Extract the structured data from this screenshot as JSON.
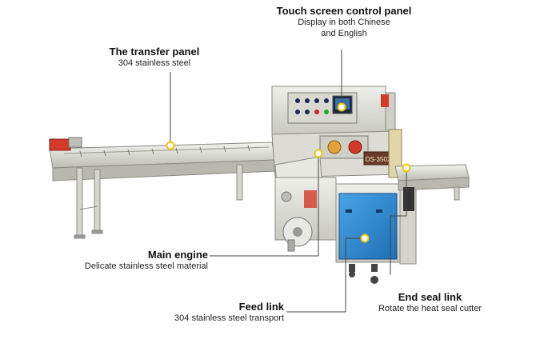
{
  "callouts": {
    "touch": {
      "title": "Touch screen control panel",
      "line1": "Display in both Chinese",
      "line2": "and English"
    },
    "transfer": {
      "title": "The transfer panel",
      "line1": "304 stainless steel"
    },
    "engine": {
      "title": "Main engine",
      "line1": "Delicate stainless steel material"
    },
    "feed": {
      "title": "Feed link",
      "line1": "304 stainless steel transport"
    },
    "endseal": {
      "title": "End seal link",
      "line1": "Rotate the heat seal cutter"
    }
  },
  "machine": {
    "model_plate": "DS-350X"
  },
  "colors": {
    "marker": "#f2c20f",
    "leader": "#444444",
    "cabinet_blue": "#2f8fd6",
    "frame": "#d8d8d0",
    "accent_red": "#d23a2a"
  }
}
